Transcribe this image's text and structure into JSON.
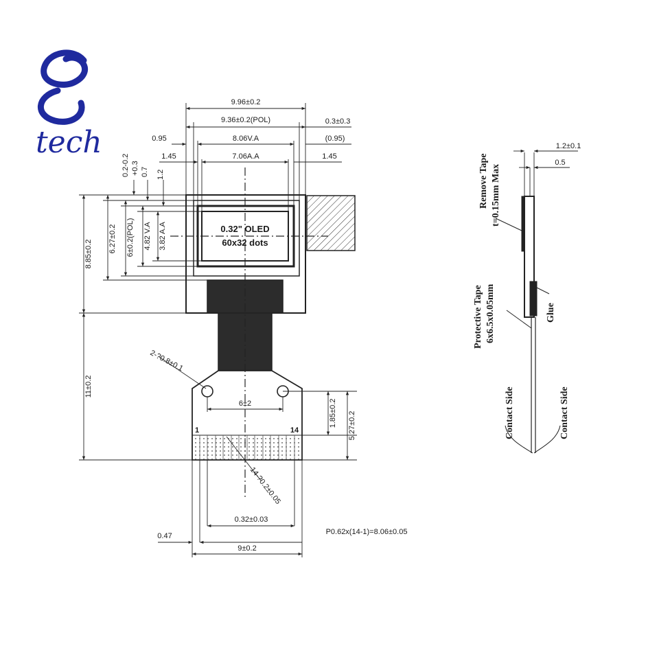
{
  "logo": {
    "text": "tech",
    "color": "#1f2a9e"
  },
  "front": {
    "overall_width": "9.96±0.2",
    "pol_width": "9.36±0.2(POL)",
    "right_gap": "0.3±0.3",
    "left_va_offset": "0.95",
    "va_width": "8.06V.A",
    "right_va_offset": "(0.95)",
    "left_aa_offset": "1.45",
    "aa_width": "7.06A.A",
    "right_aa_offset": "1.45",
    "top_offset_a": "0.2-0.2",
    "top_offset_b": "+0.3",
    "top_offset_c": "0.7",
    "top_offset_d": "1.2",
    "overall_height": "8.85±0.2",
    "glass_height": "6.27±0.2",
    "pol_height": "6±0.2(POL)",
    "va_height": "4.82 V.A",
    "aa_height": "3.82 A.A",
    "screen_line1": "0.32\" OLED",
    "screen_line2": "60x32 dots",
    "fpc_length": "11±0.2",
    "hole_spec": "2-?0.8±0.1",
    "hole_pitch": "6±2",
    "hole_to_edge": "1.85±0.2",
    "tail_height": "5.27±0.2",
    "pin_first": "1",
    "pin_last": "14",
    "pin_spec": "14-?0.2±0.05",
    "pin_width": "0.32±0.03",
    "pin_offset": "0.47",
    "pitch_spec": "P0.62x(14-1)=8.06±0.05",
    "tail_width": "9±0.2"
  },
  "side": {
    "top_width": "1.2±0.1",
    "inner_width": "0.5",
    "remove_tape_title": "Remove Tape",
    "remove_tape_spec": "t=0.15mm Max",
    "protective_tape_title": "Protective Tape",
    "protective_tape_spec": "6x6.5x0.05mm",
    "glue": "Glue",
    "contact_side_left": "Contact Side",
    "contact_side_right": "Contact Side"
  }
}
